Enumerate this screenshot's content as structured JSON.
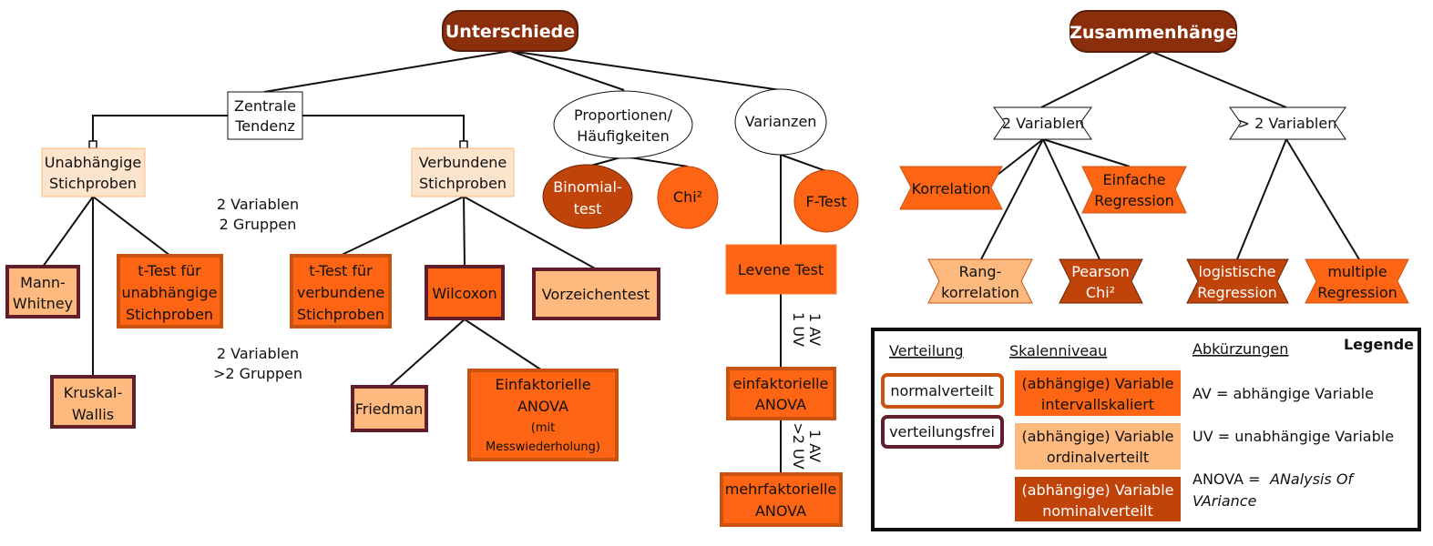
{
  "colors": {
    "dark_brown": "#8b2e0b",
    "brown_red": "#c0440a",
    "orange": "#fd6414",
    "peach": "#fdb97e",
    "light_peach": "#fde4cc",
    "purple_border": "#5f1e2a",
    "orange_border": "#c85310"
  },
  "left_root": "Unterschiede",
  "right_root": "Zusammenhänge",
  "nodes": {
    "zentrale_tendenz": [
      "Zentrale",
      "Tendenz"
    ],
    "proportionen": [
      "Proportionen/",
      "Häufigkeiten"
    ],
    "varianzen": "Varianzen",
    "unabhaengige": [
      "Unabhängige",
      "Stichproben"
    ],
    "verbundene": [
      "Verbundene",
      "Stichproben"
    ],
    "binomial": [
      "Binomial-",
      "test"
    ],
    "chi2": "Chi²",
    "ftest": "F-Test",
    "levene": "Levene Test",
    "mann_whitney": [
      "Mann-",
      "Whitney"
    ],
    "ttest_unabh": [
      "t-Test für",
      "unabhängige",
      "Stichproben"
    ],
    "kruskal": [
      "Kruskal-",
      "Wallis"
    ],
    "ttest_verb": [
      "t-Test für",
      "verbundene",
      "Stichproben"
    ],
    "wilcoxon": "Wilcoxon",
    "vorzeichentest": "Vorzeichentest",
    "friedman": "Friedman",
    "anova_mw": [
      "Einfaktorielle",
      "ANOVA",
      "(mit",
      "Messwiederholung)"
    ],
    "einfakt_anova": [
      "einfaktorielle",
      "ANOVA"
    ],
    "mehrfakt_anova": [
      "mehrfaktorielle",
      "ANOVA"
    ],
    "zwei_var": "2 Variablen",
    "mehr_var": "> 2 Variablen",
    "korrelation": "Korrelation",
    "einfache_regression": [
      "Einfache",
      "Regression"
    ],
    "rangkorrelation": [
      "Rang-",
      "korrelation"
    ],
    "pearson_chi2": [
      "Pearson",
      "Chi²"
    ],
    "logistische_regression": [
      "logistische",
      "Regression"
    ],
    "multiple_regression": [
      "multiple",
      "Regression"
    ]
  },
  "annotations": {
    "zwei_gruppen": [
      "2 Variablen",
      "2 Gruppen"
    ],
    "mehr_gruppen": [
      "2 Variablen",
      ">2 Gruppen"
    ],
    "av_uv_1": [
      "1 AV",
      "1 UV"
    ],
    "av_uv_2": [
      "1 AV",
      ">2 UV"
    ]
  },
  "legend": {
    "title": "Legende",
    "col_verteilung": "Verteilung",
    "col_skalenniveau": "Skalenniveau",
    "col_abkuerzungen": "Abkürzungen",
    "normalverteilt": "normalverteilt",
    "verteilungsfrei": "verteilungsfrei",
    "intervall": [
      "(abhängige) Variable",
      "intervallskaliert"
    ],
    "ordinal": [
      "(abhängige) Variable",
      "ordinalverteilt"
    ],
    "nominal": [
      "(abhängige) Variable",
      "nominalverteilt"
    ],
    "av": "AV = abhängige Variable",
    "uv": "UV = unabhängige Variable",
    "anova_prefix": "ANOVA = ",
    "anova_italic": [
      "ANalysis Of",
      "VAriance"
    ]
  }
}
